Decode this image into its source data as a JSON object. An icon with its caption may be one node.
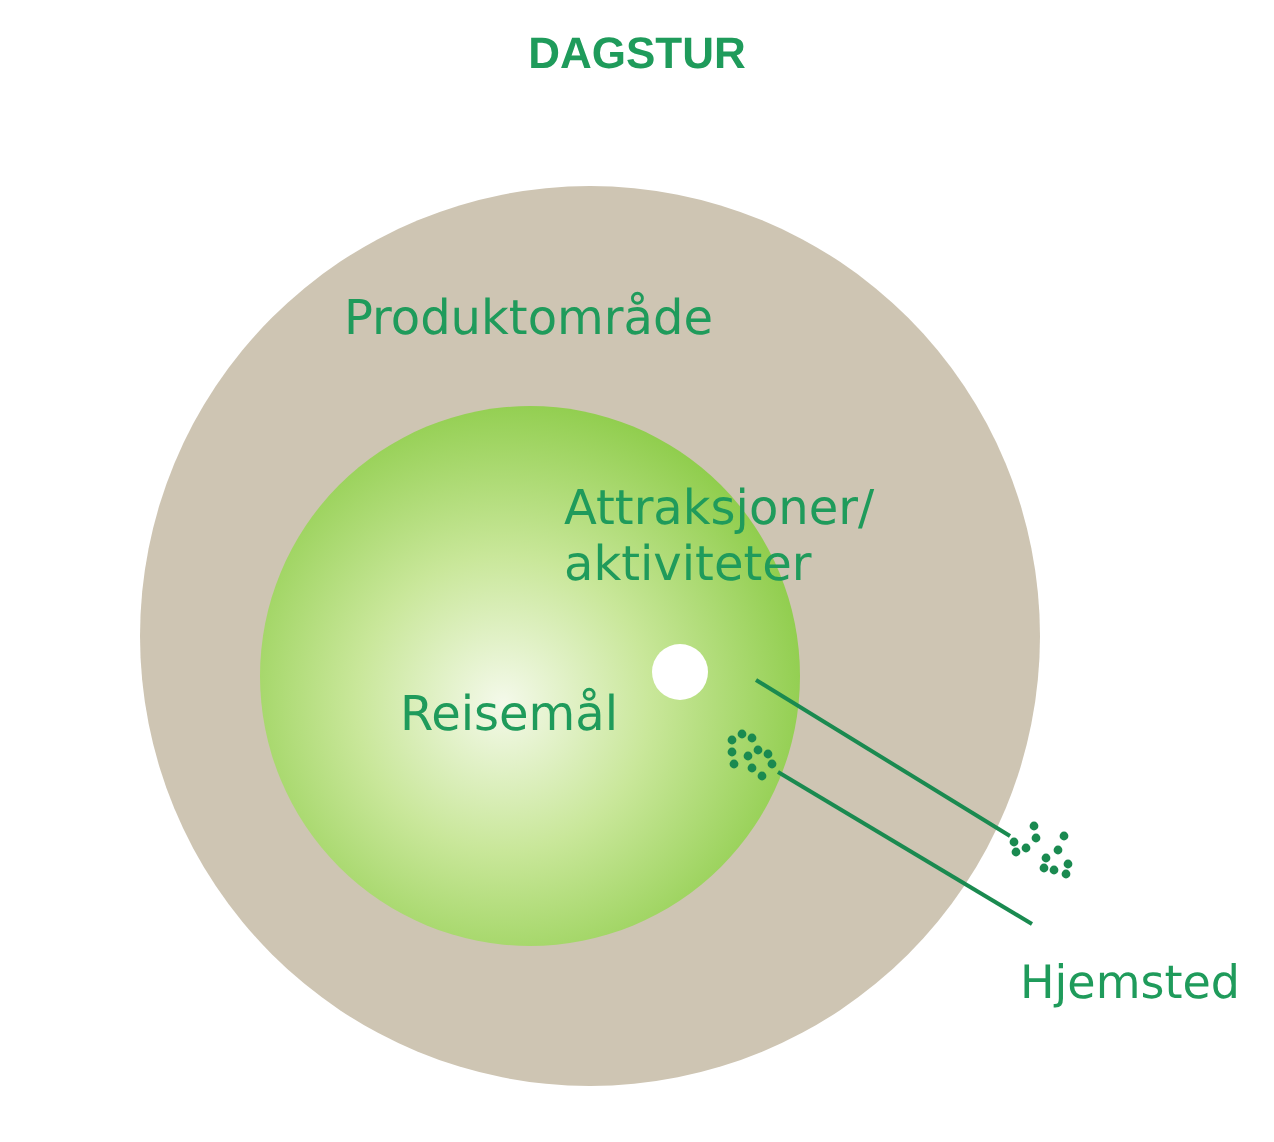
{
  "diagram": {
    "title": "DAGSTUR",
    "nodes": [
      {
        "text": [
          "Produktområde"
        ]
      },
      {
        "text": [
          "Reisemål"
        ],
        "in": 0
      },
      {
        "text": [
          "Attraksjoner/ aktiviteter"
        ],
        "in": 1
      },
      {
        "text": [],
        "shape": "dots",
        "in": 1
      },
      {
        "text": [],
        "shape": "dots"
      },
      {
        "text": [
          "Hjemsted"
        ]
      }
    ],
    "edges": [
      {
        "from": 2,
        "to": 4,
        "arrow": "none"
      },
      {
        "from": 3,
        "to": 5,
        "arrow": "none"
      }
    ]
  }
}
